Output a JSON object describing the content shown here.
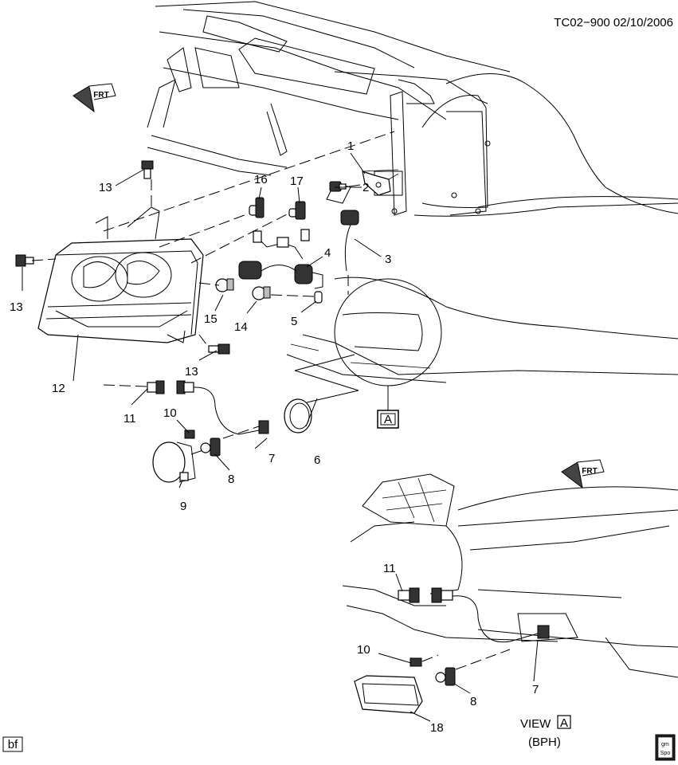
{
  "header": {
    "code": "TC02−900  02/10/2006"
  },
  "footer": {
    "left_badge": "bf",
    "logo_top": "gm",
    "logo_bottom": "Spo"
  },
  "view": {
    "title": "VIEW",
    "letter": "A",
    "subtitle": "(BPH)"
  },
  "callout_letter": "A",
  "labels": {
    "l1": "1",
    "l2": "2",
    "l3": "3",
    "l4": "4",
    "l5": "5",
    "l6": "6",
    "l7a": "7",
    "l7b": "7",
    "l8a": "8",
    "l8b": "8",
    "l9": "9",
    "l10a": "10",
    "l10b": "10",
    "l11a": "11",
    "l11b": "11",
    "l12": "12",
    "l13a": "13",
    "l13b": "13",
    "l13c": "13",
    "l14": "14",
    "l15": "15",
    "l16": "16",
    "l17": "17",
    "l18": "18"
  },
  "icons": [
    "front-arrow-icon",
    "gm-spo-logo-icon"
  ]
}
